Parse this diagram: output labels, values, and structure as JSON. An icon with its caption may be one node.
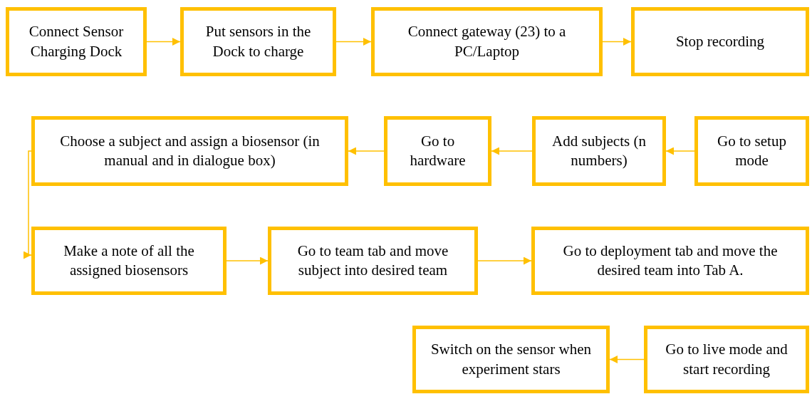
{
  "diagram": {
    "nodes": [
      {
        "text": [
          "Connect Sensor Charging Dock"
        ]
      },
      {
        "text": [
          "Put sensors in the Dock to charge"
        ]
      },
      {
        "text": [
          "Connect gateway (23) to a PC/Laptop"
        ]
      },
      {
        "text": [
          "Stop recording"
        ]
      },
      {
        "text": [
          "Choose a subject and assign a biosensor (in manual and in dialogue box)"
        ]
      },
      {
        "text": [
          "Go to hardware"
        ]
      },
      {
        "text": [
          "Add subjects (n numbers)"
        ]
      },
      {
        "text": [
          "Go to setup mode"
        ]
      },
      {
        "text": [
          "Make a note of all the assigned biosensors"
        ]
      },
      {
        "text": [
          "Go to team tab and move subject into desired team"
        ]
      },
      {
        "text": [
          "Go to deployment tab and move the desired team into Tab A."
        ]
      },
      {
        "text": [
          "Switch on the sensor when experiment stars"
        ]
      },
      {
        "text": [
          "Go to live mode and start recording"
        ]
      }
    ],
    "edges": [
      {
        "from": 0,
        "to": 1,
        "arrow": "to"
      },
      {
        "from": 1,
        "to": 2,
        "arrow": "to"
      },
      {
        "from": 2,
        "to": 3,
        "arrow": "to"
      },
      {
        "from": 7,
        "to": 6,
        "arrow": "to"
      },
      {
        "from": 6,
        "to": 5,
        "arrow": "to"
      },
      {
        "from": 5,
        "to": 4,
        "arrow": "to"
      },
      {
        "from": 4,
        "to": 8,
        "arrow": "to"
      },
      {
        "from": 8,
        "to": 9,
        "arrow": "to"
      },
      {
        "from": 9,
        "to": 10,
        "arrow": "to"
      },
      {
        "from": 12,
        "to": 11,
        "arrow": "to"
      }
    ]
  }
}
